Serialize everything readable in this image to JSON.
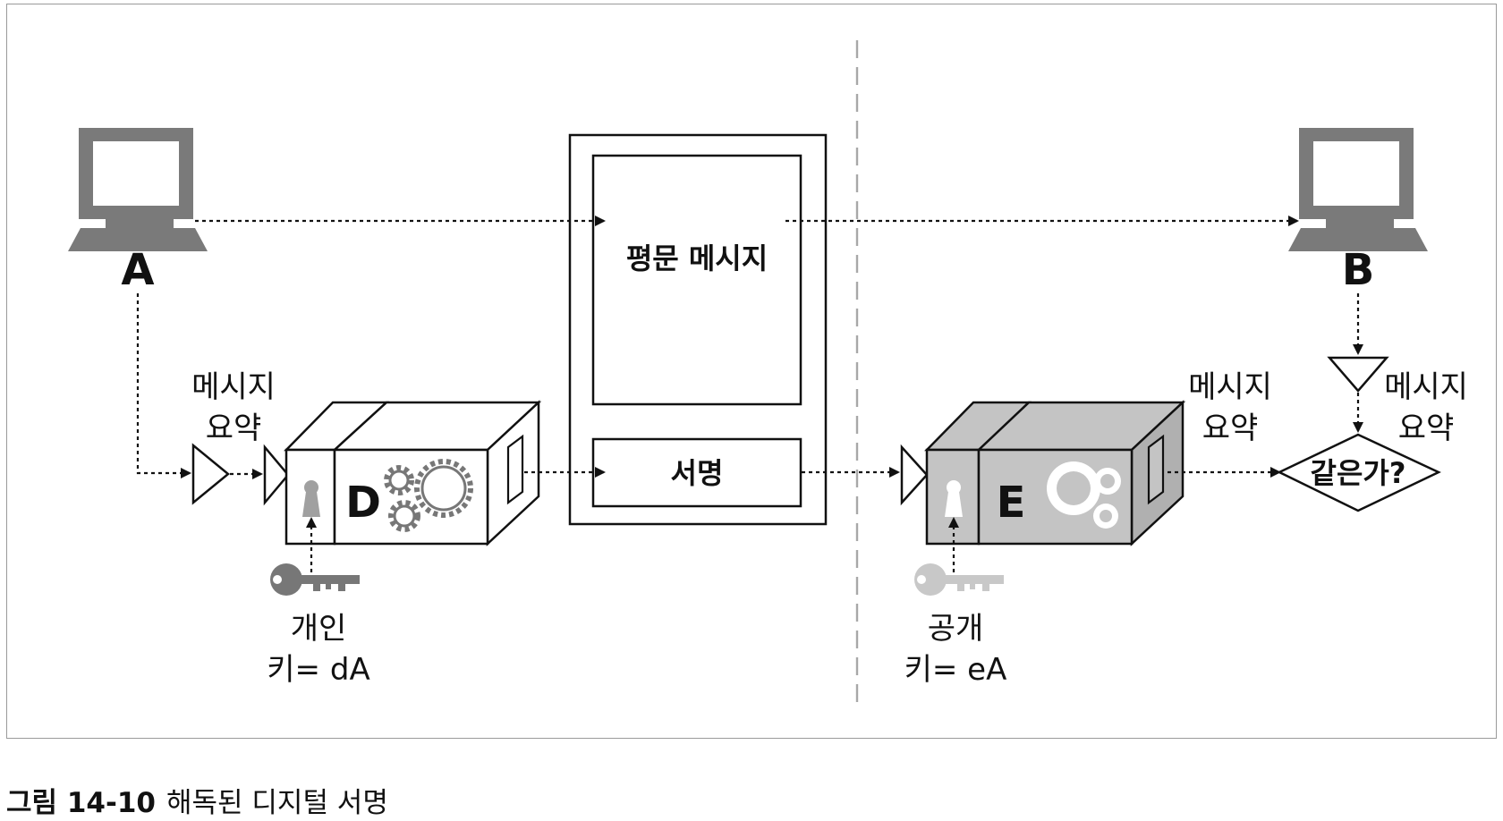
{
  "diagram": {
    "computer_a_label": "A",
    "computer_b_label": "B",
    "plaintext_message": "평문 메시지",
    "signature": "서명",
    "digest_left": [
      "메시지",
      "요약"
    ],
    "digest_right_box": [
      "메시지",
      "요약"
    ],
    "digest_right_b": [
      "메시지",
      "요약"
    ],
    "box_d_letter": "D",
    "box_e_letter": "E",
    "private_key": [
      "개인",
      "키= dA"
    ],
    "public_key": [
      "공개",
      "키= eA"
    ],
    "compare": "같은가?"
  },
  "caption": {
    "figure_number": "그림 14-10",
    "title": "해독된 디지털 서명"
  }
}
